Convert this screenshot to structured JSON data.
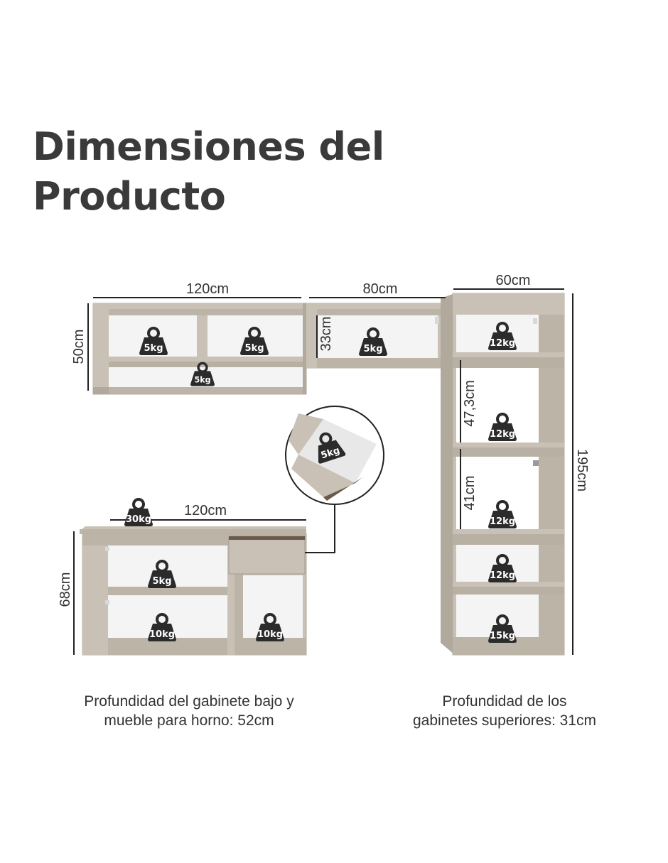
{
  "title": {
    "line1": "Dimensiones del",
    "line2": "Producto"
  },
  "colors": {
    "cabinet_body": "#c9c1b6",
    "cabinet_edge": "#b2a99d",
    "cabinet_shadow": "#a59c90",
    "interior": "#f4f4f4",
    "weight_badge": "#2b2b2b",
    "text": "#333333"
  },
  "dimensions": {
    "upper_left_width": "120cm",
    "upper_left_height": "50cm",
    "upper_mid_width": "80cm",
    "upper_mid_inner_height": "33cm",
    "tower_width": "60cm",
    "tower_height": "195cm",
    "tower_shelf_1": "47,3cm",
    "tower_shelf_2": "41cm",
    "base_width": "120cm",
    "base_height": "68cm"
  },
  "weights": {
    "upper_left_1": "5kg",
    "upper_left_2": "5kg",
    "upper_left_3": "5kg",
    "upper_mid": "5kg",
    "drawer": "5kg",
    "base_top": "30kg",
    "base_shelf": "5kg",
    "base_bottom_left": "10kg",
    "base_bottom_right": "10kg",
    "tower_1": "12kg",
    "tower_2": "12kg",
    "tower_3": "12kg",
    "tower_4": "12kg",
    "tower_5": "15kg"
  },
  "captions": {
    "base_line1": "Profundidad del gabinete bajo y",
    "base_line2": "mueble para horno: 52cm",
    "upper_line1": "Profundidad de los",
    "upper_line2": "gabinetes superiores: 31cm"
  }
}
